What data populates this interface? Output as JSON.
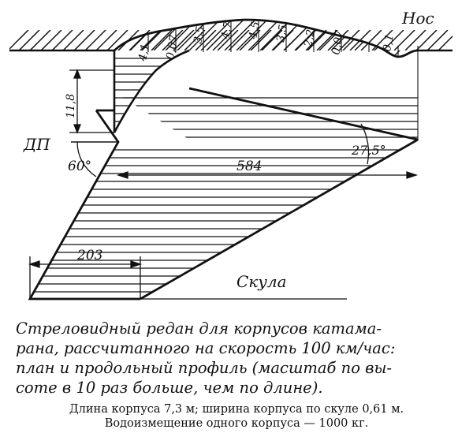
{
  "diagram": {
    "label_nose": "Нос",
    "label_dp": "ДП",
    "label_chine": "Скула",
    "angle_dp": "60°",
    "angle_stern": "27,5°",
    "dim_length": "584",
    "dim_width": "203",
    "dim_depth": "11,8",
    "profile_values": [
      "4,1",
      "0,07",
      "3,5",
      "4,7",
      "4,5",
      "3,5",
      "2,2",
      "0,07",
      "0,1"
    ]
  },
  "caption": {
    "title_lines": [
      "Стреловидный редан для корпусов катама-",
      "рана, рассчитанного на скорость 100 км/час:",
      "план и продольный профиль (масштаб по вы-",
      "соте в 10 раз больше, чем по длине)."
    ],
    "note_line1": "Длина корпуса 7,3 м; ширина корпуса по скуле 0,61 м.",
    "note_line2": "Водоизмещение одного корпуса — 1000 кг."
  }
}
